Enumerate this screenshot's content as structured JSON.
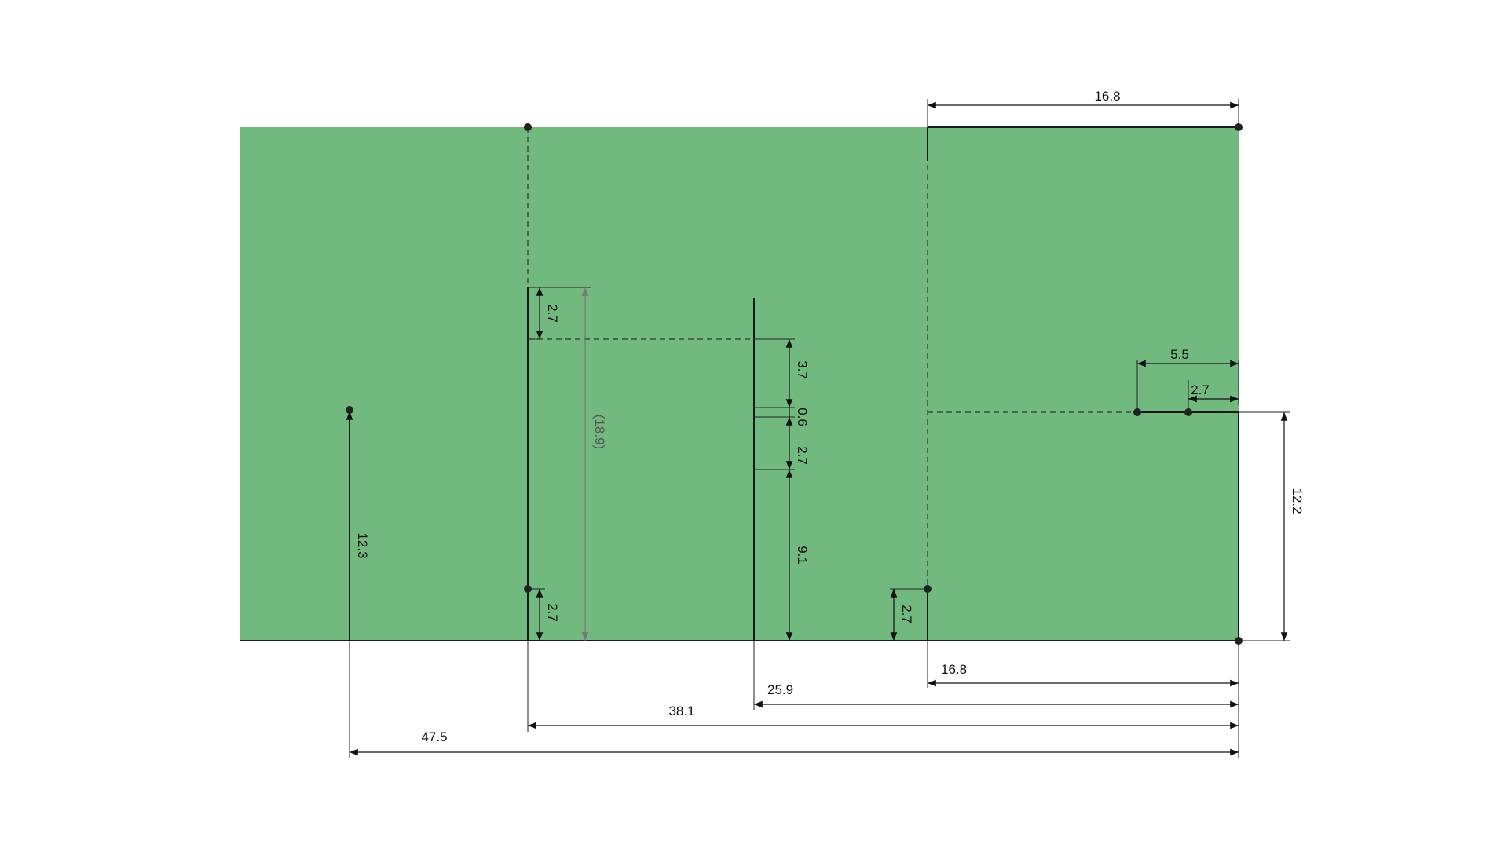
{
  "colors": {
    "profile_fill": "#72b97f",
    "sketch_line": "#1a1a1a",
    "construction_line": "#333333",
    "reference_dimension": "#555555",
    "point": "#222222"
  },
  "dimensions": {
    "top_width": "16.8",
    "notch_height_top": "2.7",
    "reference_height": "(18.9)",
    "slot_top": "3.7",
    "slot_gap": "0.6",
    "slot_middle": "2.7",
    "slot_bottom": "9.1",
    "right_offset_outer": "5.5",
    "right_offset_inner": "2.7",
    "right_height": "12.2",
    "left_height": "12.3",
    "notch_height_bottom": "2.7",
    "step_height": "2.7",
    "bottom_16_8": "16.8",
    "bottom_25_9": "25.9",
    "bottom_38_1": "38.1",
    "bottom_47_5": "47.5"
  }
}
